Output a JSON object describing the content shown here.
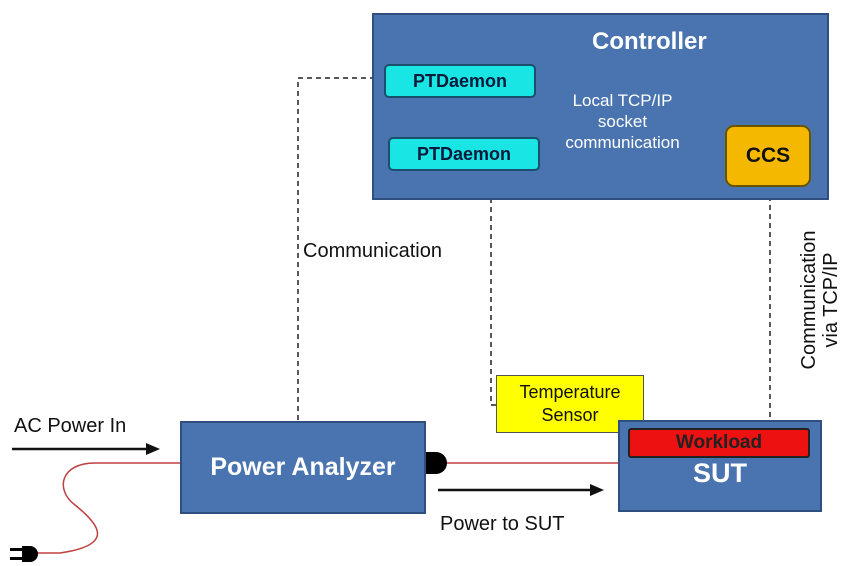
{
  "controller": {
    "title": "Controller"
  },
  "ptdaemon_top": {
    "label": "PTDaemon"
  },
  "ptdaemon_bottom": {
    "label": "PTDaemon"
  },
  "local_comm": {
    "line1": "Local TCP/IP",
    "line2": "socket",
    "line3": "communication"
  },
  "ccs": {
    "label": "CCS"
  },
  "communication_label": "Communication",
  "tcpip_label": {
    "line1": "Communication",
    "line2": "via TCP/IP"
  },
  "temperature_sensor": {
    "line1": "Temperature",
    "line2": "Sensor"
  },
  "power_analyzer": {
    "label": "Power Analyzer"
  },
  "sut": {
    "label": "SUT",
    "workload": "Workload"
  },
  "ac_power_in": "AC Power In",
  "power_to_sut": "Power to SUT",
  "colors": {
    "box_blue": "#4a74b0",
    "ptdaemon_cyan": "#19e5e5",
    "ccs_orange": "#f5b800",
    "sensor_yellow": "#ffff00",
    "workload_red": "#ee1111",
    "cable_red": "#c04040"
  }
}
